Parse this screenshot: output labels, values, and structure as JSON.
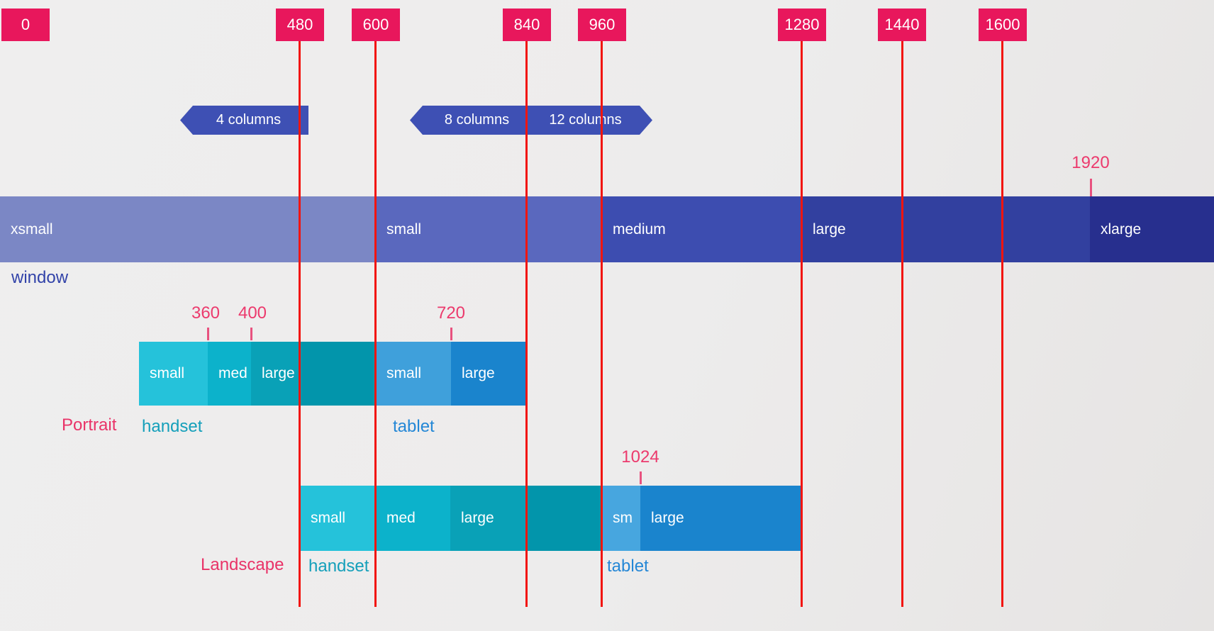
{
  "ruler": [
    "0",
    "480",
    "600",
    "840",
    "960",
    "1280",
    "1440",
    "1600"
  ],
  "badges": [
    "4 columns",
    "8 columns",
    "12 columns"
  ],
  "window_bar": {
    "caption": "window",
    "segments": [
      "xsmall",
      "small",
      "medium",
      "large",
      "xlarge"
    ]
  },
  "markers": {
    "window_max": "1920",
    "portrait_handset_med_start": "360",
    "portrait_handset_large_start": "400",
    "portrait_tablet_large_start": "720",
    "landscape_tablet_large_start": "1024"
  },
  "portrait": {
    "caption": "Portrait",
    "handset": {
      "caption": "handset",
      "segments": [
        "small",
        "med",
        "large"
      ]
    },
    "tablet": {
      "caption": "tablet",
      "segments": [
        "small",
        "large"
      ]
    }
  },
  "landscape": {
    "caption": "Landscape",
    "handset": {
      "caption": "handset",
      "segments": [
        "small",
        "med",
        "large"
      ]
    },
    "tablet": {
      "caption": "tablet",
      "segments": [
        "sm",
        "large"
      ]
    }
  },
  "colors": {
    "background": "#edecec",
    "breakpoint_box_pink": "#e8175c",
    "breakpoint_line_red": "#f2150f",
    "badge_indigo": "#3e50b4",
    "marker_text_pink": "#ec3a6d",
    "caption_pink": "#e93368",
    "caption_teal": "#149fba",
    "caption_blue": "#2487d6",
    "caption_indigo": "#3243a9",
    "window_xsmall": "#7b87c5",
    "window_small": "#5a68be",
    "window_medium": "#3d4db0",
    "window_large": "#32409f",
    "window_xlarge": "#272f8e",
    "handset_small": "#25c2da",
    "handset_med": "#0cb2cb",
    "handset_large": "#09a1b7",
    "handset_overflow": "#0295ab",
    "tablet_small": "#3fa0db",
    "tablet_sm": "#47a6df",
    "tablet_large": "#1a84cd"
  }
}
